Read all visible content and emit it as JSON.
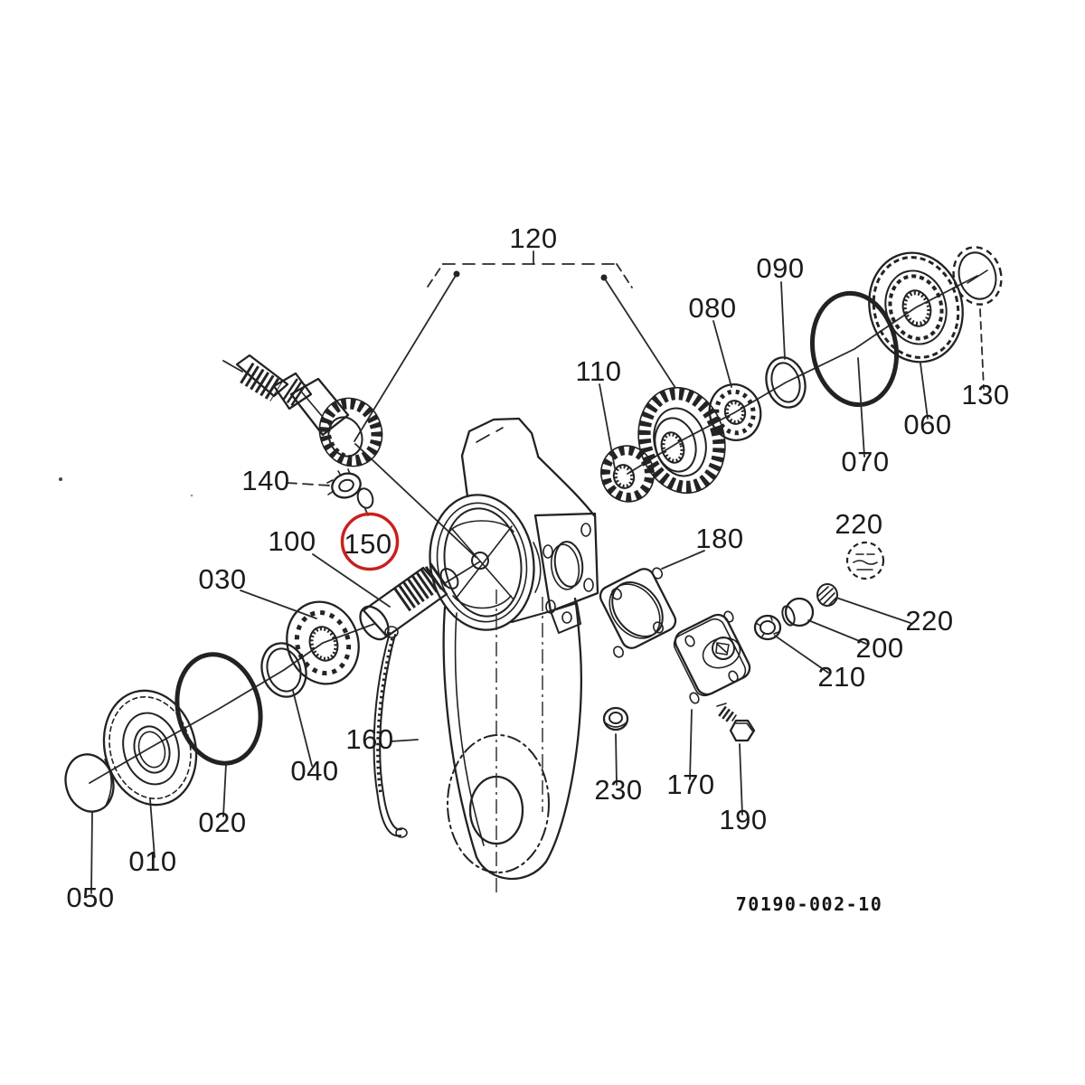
{
  "diagram": {
    "type": "exploded-parts-diagram",
    "drawing_number": "70190-002-10",
    "highlighted_ref": "150",
    "colors": {
      "line": "#222222",
      "highlight": "#c9201d",
      "background": "#ffffff"
    }
  },
  "refs": {
    "010": "010",
    "020": "020",
    "030": "030",
    "040": "040",
    "050": "050",
    "060": "060",
    "070": "070",
    "080": "080",
    "090": "090",
    "100": "100",
    "110": "110",
    "120": "120",
    "130": "130",
    "140": "140",
    "150": "150",
    "160": "160",
    "170": "170",
    "180": "180",
    "190": "190",
    "200": "200",
    "210": "210",
    "220": "220",
    "230": "230"
  }
}
